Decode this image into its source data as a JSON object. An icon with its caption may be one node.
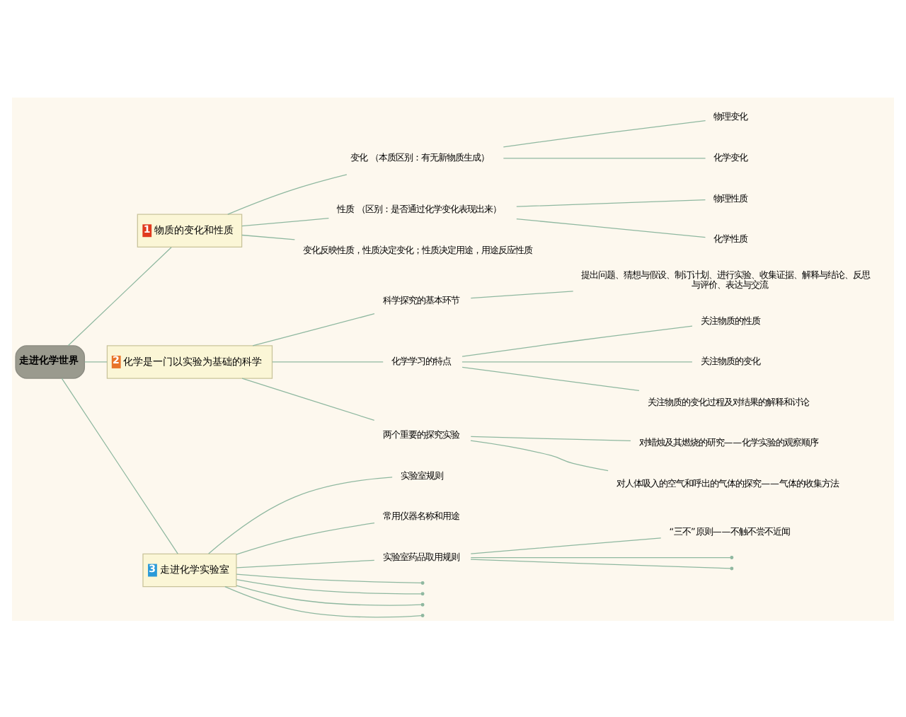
{
  "diagram": {
    "nodes": [
      {
        "text": [
          "走进化学世界"
        ]
      },
      {
        "text": [
          "1",
          "物质的变化和性质"
        ]
      },
      {
        "text": [
          "变化 （本质区别：有无新物质生成）"
        ]
      },
      {
        "text": [
          "物理变化"
        ]
      },
      {
        "text": [
          "化学变化"
        ]
      },
      {
        "text": [
          "性质 （区别：是否通过化学变化表现出来）"
        ]
      },
      {
        "text": [
          "物理性质"
        ]
      },
      {
        "text": [
          "化学性质"
        ]
      },
      {
        "text": [
          "变化反映性质，性质决定变化；性质决定用途，用途反应性质"
        ]
      },
      {
        "text": [
          "2",
          "化学是一门以实验为基础的科学"
        ]
      },
      {
        "text": [
          "科学探究的基本环节"
        ]
      },
      {
        "text": [
          "提出问题、猜想与假设、制订计划、进行实验、收集证据、解释与结论、反思与评价、表达与交流"
        ]
      },
      {
        "text": [
          "化学学习的特点"
        ]
      },
      {
        "text": [
          "关注物质的性质"
        ]
      },
      {
        "text": [
          "关注物质的变化"
        ]
      },
      {
        "text": [
          "关注物质的变化过程及对结果的解释和讨论"
        ]
      },
      {
        "text": [
          "两个重要的探究实验"
        ]
      },
      {
        "text": [
          "对蜡烛及其燃烧的研究——化学实验的观察顺序"
        ]
      },
      {
        "text": [
          "对人体吸入的空气和呼出的气体的探究——气体的收集方法"
        ]
      },
      {
        "text": [
          "3",
          "走进化学实验室"
        ]
      },
      {
        "text": [
          "实验室规则"
        ]
      },
      {
        "text": [
          "常用仪器名称和用途"
        ]
      },
      {
        "text": [
          "实验室药品取用规则"
        ]
      },
      {
        "text": [
          "“三不”原则——不触不尝不近闻"
        ]
      },
      {
        "text": [],
        "shape": "point"
      },
      {
        "text": [],
        "shape": "point"
      },
      {
        "text": [],
        "shape": "point"
      },
      {
        "text": [],
        "shape": "point"
      },
      {
        "text": [],
        "shape": "point"
      },
      {
        "text": [],
        "shape": "point"
      }
    ],
    "edges": [
      {
        "from": 0,
        "to": 1,
        "arrow": "none"
      },
      {
        "from": 1,
        "to": 2,
        "arrow": "none"
      },
      {
        "from": 2,
        "to": 3,
        "arrow": "none"
      },
      {
        "from": 2,
        "to": 4,
        "arrow": "none"
      },
      {
        "from": 1,
        "to": 5,
        "arrow": "none"
      },
      {
        "from": 5,
        "to": 6,
        "arrow": "none"
      },
      {
        "from": 5,
        "to": 7,
        "arrow": "none"
      },
      {
        "from": 1,
        "to": 8,
        "arrow": "none"
      },
      {
        "from": 0,
        "to": 9,
        "arrow": "none"
      },
      {
        "from": 9,
        "to": 10,
        "arrow": "none"
      },
      {
        "from": 10,
        "to": 11,
        "arrow": "none"
      },
      {
        "from": 9,
        "to": 12,
        "arrow": "none"
      },
      {
        "from": 12,
        "to": 13,
        "arrow": "none"
      },
      {
        "from": 12,
        "to": 14,
        "arrow": "none"
      },
      {
        "from": 12,
        "to": 15,
        "arrow": "none"
      },
      {
        "from": 9,
        "to": 16,
        "arrow": "none"
      },
      {
        "from": 16,
        "to": 17,
        "arrow": "none"
      },
      {
        "from": 16,
        "to": 18,
        "arrow": "none"
      },
      {
        "from": 0,
        "to": 19,
        "arrow": "none"
      },
      {
        "from": 19,
        "to": 20,
        "arrow": "none"
      },
      {
        "from": 19,
        "to": 21,
        "arrow": "none"
      },
      {
        "from": 19,
        "to": 22,
        "arrow": "none"
      },
      {
        "from": 22,
        "to": 23,
        "arrow": "none"
      },
      {
        "from": 22,
        "to": 24,
        "arrow": "none"
      },
      {
        "from": 22,
        "to": 25,
        "arrow": "none"
      },
      {
        "from": 19,
        "to": 26,
        "arrow": "none"
      },
      {
        "from": 19,
        "to": 27,
        "arrow": "none"
      },
      {
        "from": 19,
        "to": 28,
        "arrow": "none"
      },
      {
        "from": 19,
        "to": 29,
        "arrow": "none"
      }
    ]
  }
}
